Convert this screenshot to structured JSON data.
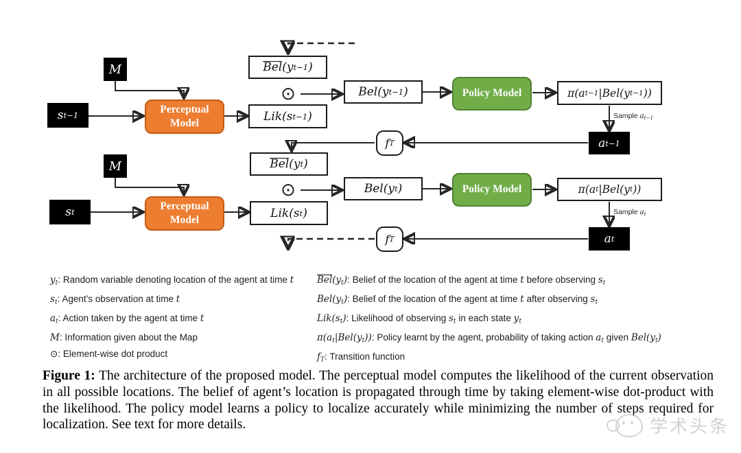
{
  "colors": {
    "orange": "#ED7D31",
    "orange_border": "#C55A11",
    "green": "#70AD47",
    "green_border": "#538135",
    "line": "#262626",
    "box_border": "#1a1a1a",
    "black_box": "#000000",
    "watermark_gray": "#cbcbcb"
  },
  "figure": {
    "rows": [
      {
        "map": [
          {
            "t": "M",
            "s": "m"
          }
        ],
        "obs": [
          {
            "t": "s",
            "s": "m"
          },
          {
            "t": "t−1",
            "s": "msub"
          }
        ],
        "perceptual": "Perceptual Model",
        "bel_bar": [
          {
            "t": "Bel",
            "s": "mbar"
          },
          {
            "t": "(y",
            "s": "m"
          },
          {
            "t": "t−1",
            "s": "msub"
          },
          {
            "t": ")",
            "s": "m"
          }
        ],
        "dot": "⊙",
        "lik": [
          {
            "t": "Lik",
            "s": "m"
          },
          {
            "t": "(s",
            "s": "m"
          },
          {
            "t": "t−1",
            "s": "msub"
          },
          {
            "t": ")",
            "s": "m"
          }
        ],
        "bel": [
          {
            "t": "Bel",
            "s": "m"
          },
          {
            "t": "(y",
            "s": "m"
          },
          {
            "t": "t−1",
            "s": "msub"
          },
          {
            "t": ")",
            "s": "m"
          }
        ],
        "policy": "Policy Model",
        "pi": [
          {
            "t": "π",
            "s": "m"
          },
          {
            "t": "(a",
            "s": "m"
          },
          {
            "t": "t−1",
            "s": "msub"
          },
          {
            "t": "|",
            "s": "m"
          },
          {
            "t": "Bel",
            "s": "m"
          },
          {
            "t": "(y",
            "s": "m"
          },
          {
            "t": "t−1",
            "s": "msub"
          },
          {
            "t": "))",
            "s": "m"
          }
        ],
        "sample": [
          {
            "t": "Sample "
          },
          {
            "t": "a",
            "s": "m"
          },
          {
            "t": "t−1",
            "s": "msub"
          }
        ],
        "action": [
          {
            "t": "a",
            "s": "m"
          },
          {
            "t": "t−1",
            "s": "msub"
          }
        ],
        "transition": [
          {
            "t": "f",
            "s": "m"
          },
          {
            "t": "T",
            "s": "msub"
          }
        ]
      },
      {
        "map": [
          {
            "t": "M",
            "s": "m"
          }
        ],
        "obs": [
          {
            "t": "s",
            "s": "m"
          },
          {
            "t": "t",
            "s": "msub"
          }
        ],
        "perceptual": "Perceptual Model",
        "bel_bar": [
          {
            "t": "Bel",
            "s": "mbar"
          },
          {
            "t": "(y",
            "s": "m"
          },
          {
            "t": "t",
            "s": "msub"
          },
          {
            "t": ")",
            "s": "m"
          }
        ],
        "dot": "⊙",
        "lik": [
          {
            "t": "Lik",
            "s": "m"
          },
          {
            "t": "(s",
            "s": "m"
          },
          {
            "t": "t",
            "s": "msub"
          },
          {
            "t": ")",
            "s": "m"
          }
        ],
        "bel": [
          {
            "t": "Bel",
            "s": "m"
          },
          {
            "t": "(y",
            "s": "m"
          },
          {
            "t": "t",
            "s": "msub"
          },
          {
            "t": ")",
            "s": "m"
          }
        ],
        "policy": "Policy Model",
        "pi": [
          {
            "t": "π",
            "s": "m"
          },
          {
            "t": "(a",
            "s": "m"
          },
          {
            "t": "t",
            "s": "msub"
          },
          {
            "t": "|",
            "s": "m"
          },
          {
            "t": "Bel",
            "s": "m"
          },
          {
            "t": "(y",
            "s": "m"
          },
          {
            "t": "t",
            "s": "msub"
          },
          {
            "t": "))",
            "s": "m"
          }
        ],
        "sample": [
          {
            "t": "Sample "
          },
          {
            "t": "a",
            "s": "m"
          },
          {
            "t": "t",
            "s": "msub"
          }
        ],
        "action": [
          {
            "t": "a",
            "s": "m"
          },
          {
            "t": "t",
            "s": "msub"
          }
        ],
        "transition": [
          {
            "t": "f",
            "s": "m"
          },
          {
            "t": "T",
            "s": "msub"
          }
        ]
      }
    ],
    "legend_left": [
      [
        {
          "t": "y",
          "s": "m"
        },
        {
          "t": "t",
          "s": "msub"
        },
        {
          "t": ": Random variable denoting location of the agent at time "
        },
        {
          "t": "t",
          "s": "m"
        }
      ],
      [
        {
          "t": "s",
          "s": "m"
        },
        {
          "t": "t",
          "s": "msub"
        },
        {
          "t": ": Agent’s observation at time "
        },
        {
          "t": "t",
          "s": "m"
        }
      ],
      [
        {
          "t": "a",
          "s": "m"
        },
        {
          "t": "t",
          "s": "msub"
        },
        {
          "t": ": Action taken by the agent at time "
        },
        {
          "t": "t",
          "s": "m"
        }
      ],
      [
        {
          "t": "M",
          "s": "m"
        },
        {
          "t": ": Information given about the Map"
        }
      ],
      [
        {
          "t": "⊙"
        },
        {
          "t": ": Element-wise dot product"
        }
      ]
    ],
    "legend_right": [
      [
        {
          "t": "Bel",
          "s": "mbar"
        },
        {
          "t": "(y",
          "s": "m"
        },
        {
          "t": "t",
          "s": "msub"
        },
        {
          "t": ")",
          "s": "m"
        },
        {
          "t": ": Belief of the location of the agent at time "
        },
        {
          "t": "t",
          "s": "m"
        },
        {
          "t": " before observing "
        },
        {
          "t": "s",
          "s": "m"
        },
        {
          "t": "t",
          "s": "msub"
        }
      ],
      [
        {
          "t": "Bel",
          "s": "m"
        },
        {
          "t": "(y",
          "s": "m"
        },
        {
          "t": "t",
          "s": "msub"
        },
        {
          "t": ")",
          "s": "m"
        },
        {
          "t": ": Belief of the location of the agent at time "
        },
        {
          "t": "t",
          "s": "m"
        },
        {
          "t": " after observing "
        },
        {
          "t": "s",
          "s": "m"
        },
        {
          "t": "t",
          "s": "msub"
        }
      ],
      [
        {
          "t": "Lik",
          "s": "m"
        },
        {
          "t": "(s",
          "s": "m"
        },
        {
          "t": "t",
          "s": "msub"
        },
        {
          "t": ")",
          "s": "m"
        },
        {
          "t": ": Likelihood of observing "
        },
        {
          "t": "s",
          "s": "m"
        },
        {
          "t": "t",
          "s": "msub"
        },
        {
          "t": " in each state "
        },
        {
          "t": "y",
          "s": "m"
        },
        {
          "t": "t",
          "s": "msub"
        }
      ],
      [
        {
          "t": "π",
          "s": "m"
        },
        {
          "t": "(a",
          "s": "m"
        },
        {
          "t": "t",
          "s": "msub"
        },
        {
          "t": "|",
          "s": "m"
        },
        {
          "t": "Bel",
          "s": "m"
        },
        {
          "t": "(y",
          "s": "m"
        },
        {
          "t": "t",
          "s": "msub"
        },
        {
          "t": "))",
          "s": "m"
        },
        {
          "t": ": Policy learnt by the agent, probability of taking action "
        },
        {
          "t": "a",
          "s": "m"
        },
        {
          "t": "t",
          "s": "msub"
        },
        {
          "t": " given "
        },
        {
          "t": "Bel",
          "s": "m"
        },
        {
          "t": "(y",
          "s": "m"
        },
        {
          "t": "t",
          "s": "msub"
        },
        {
          "t": ")",
          "s": "m"
        }
      ],
      [
        {
          "t": "f",
          "s": "m"
        },
        {
          "t": "T",
          "s": "msub"
        },
        {
          "t": ": Transition function"
        }
      ]
    ],
    "caption": [
      {
        "t": "Figure 1:",
        "s": "b"
      },
      {
        "t": " The architecture of the proposed model.  The perceptual model computes the likelihood of the current observation in all possible locations. The belief of agent’s location is propagated through time by taking element-wise dot-product with the likelihood. The policy model learns a policy to localize accurately while minimizing the number of steps required for localization. See text for more details."
      }
    ],
    "watermark": "学术头条"
  }
}
